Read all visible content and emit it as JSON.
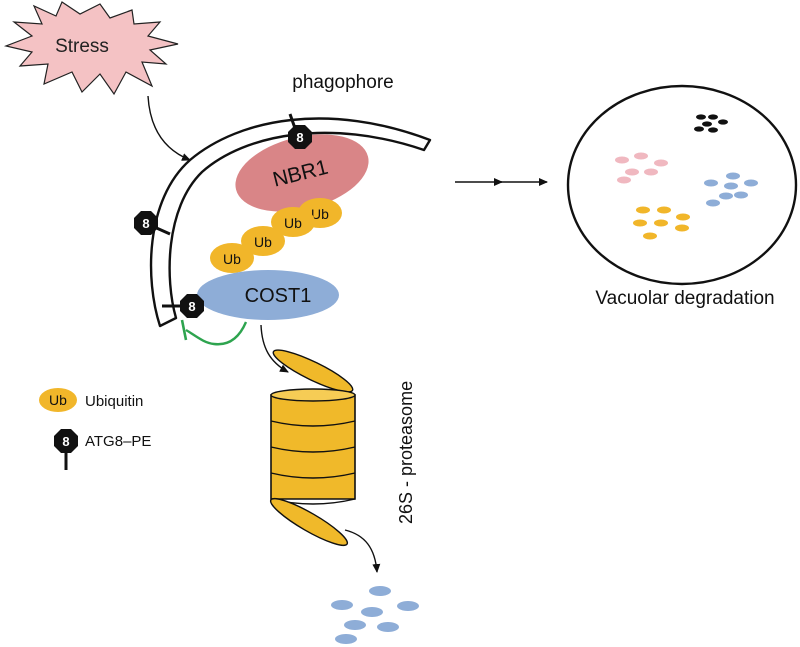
{
  "labels": {
    "stress": "Stress",
    "phagophore": "phagophore",
    "nbr1": "NBR1",
    "cost1": "COST1",
    "ub": "Ub",
    "proteasome": "26S - proteasome",
    "vacuolar": "Vacuolar degradation"
  },
  "legend": {
    "ubiquitin_badge": "Ub",
    "ubiquitin_label": "Ubiquitin",
    "atg8_glyph": "8",
    "atg8_label": "ATG8–PE"
  },
  "atg8_glyph": "8",
  "colors": {
    "stress_fill": "#f4c2c4",
    "nbr1": "#d98587",
    "cost1": "#8eadd7",
    "ubiquitin": "#f1b62a",
    "proteasome": "#f0b92a",
    "inhibition": "#2ea44f",
    "pink_dots": "#f0b8c0",
    "blue_dots": "#8eadd7",
    "yellow_dots": "#f1b62a",
    "black_dots": "#111111"
  },
  "icons": {
    "atg8": "atg8-pe-marker-icon",
    "ubiquitin": "ubiquitin-badge-icon"
  }
}
